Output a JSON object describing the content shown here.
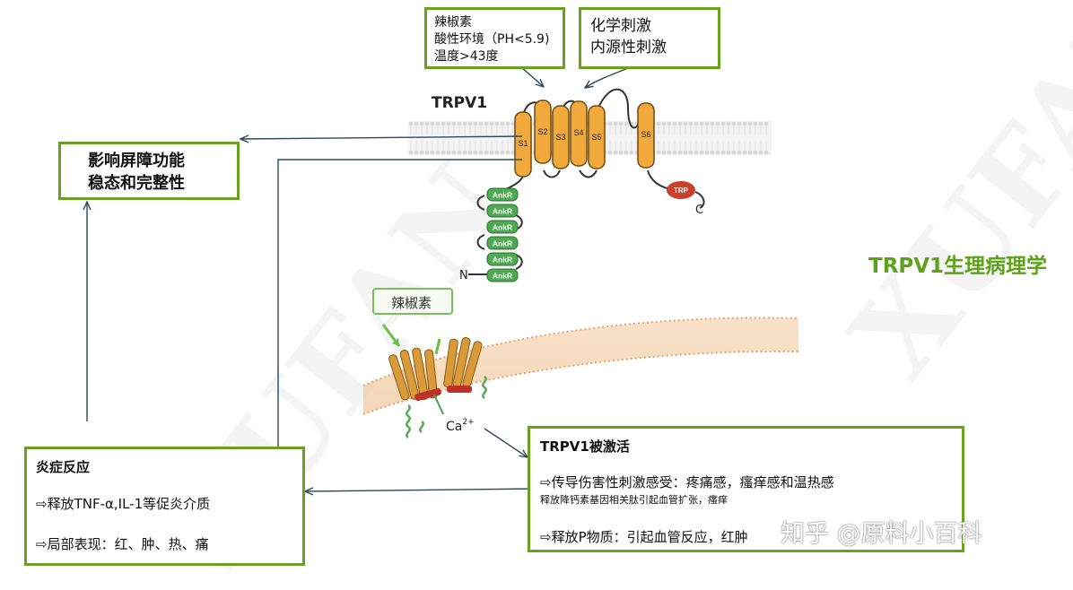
{
  "trigger_box_1": {
    "lines": [
      "辣椒素",
      "酸性环境（PH<5.9)",
      "温度>43度"
    ]
  },
  "trigger_box_2": {
    "lines": [
      "化学刺激",
      "内源性刺激"
    ]
  },
  "channel": {
    "name": "TRPV1",
    "segments": [
      "S1",
      "S2",
      "S3",
      "S4",
      "S5",
      "S6"
    ],
    "ankyrin_label": "AnkR",
    "trp_label": "TRP",
    "n_terminus": "N",
    "c_terminus": "C"
  },
  "barrier_box": {
    "lines": [
      "影响屏障功能",
      "稳态和完整性"
    ]
  },
  "capsaicin_tag": "辣椒素",
  "ion": {
    "base": "Ca",
    "sup": "2+"
  },
  "section_title": "TRPV1生理病理学",
  "activated_box": {
    "title": "TRPV1被激活",
    "line1": "⇨传导伤害性刺激感受：疼痛感，瘙痒感和温热感",
    "line1_sub": "释放降钙素基因相关肽引起血管扩张，瘙痒",
    "line2": "⇨释放P物质：引起血管反应，红肿"
  },
  "inflammation_box": {
    "title": "炎症反应",
    "line1": "⇨释放TNF-α,IL-1等促炎介质",
    "line2": "⇨局部表现：红、肿、热、痛"
  },
  "watermark": "知乎 @原料小百科",
  "colors": {
    "box_border": "#6aa121",
    "title_green": "#5ea21c",
    "helix": "#f2a93b",
    "ankyrin": "#4caa4f",
    "trp": "#c9402b"
  }
}
